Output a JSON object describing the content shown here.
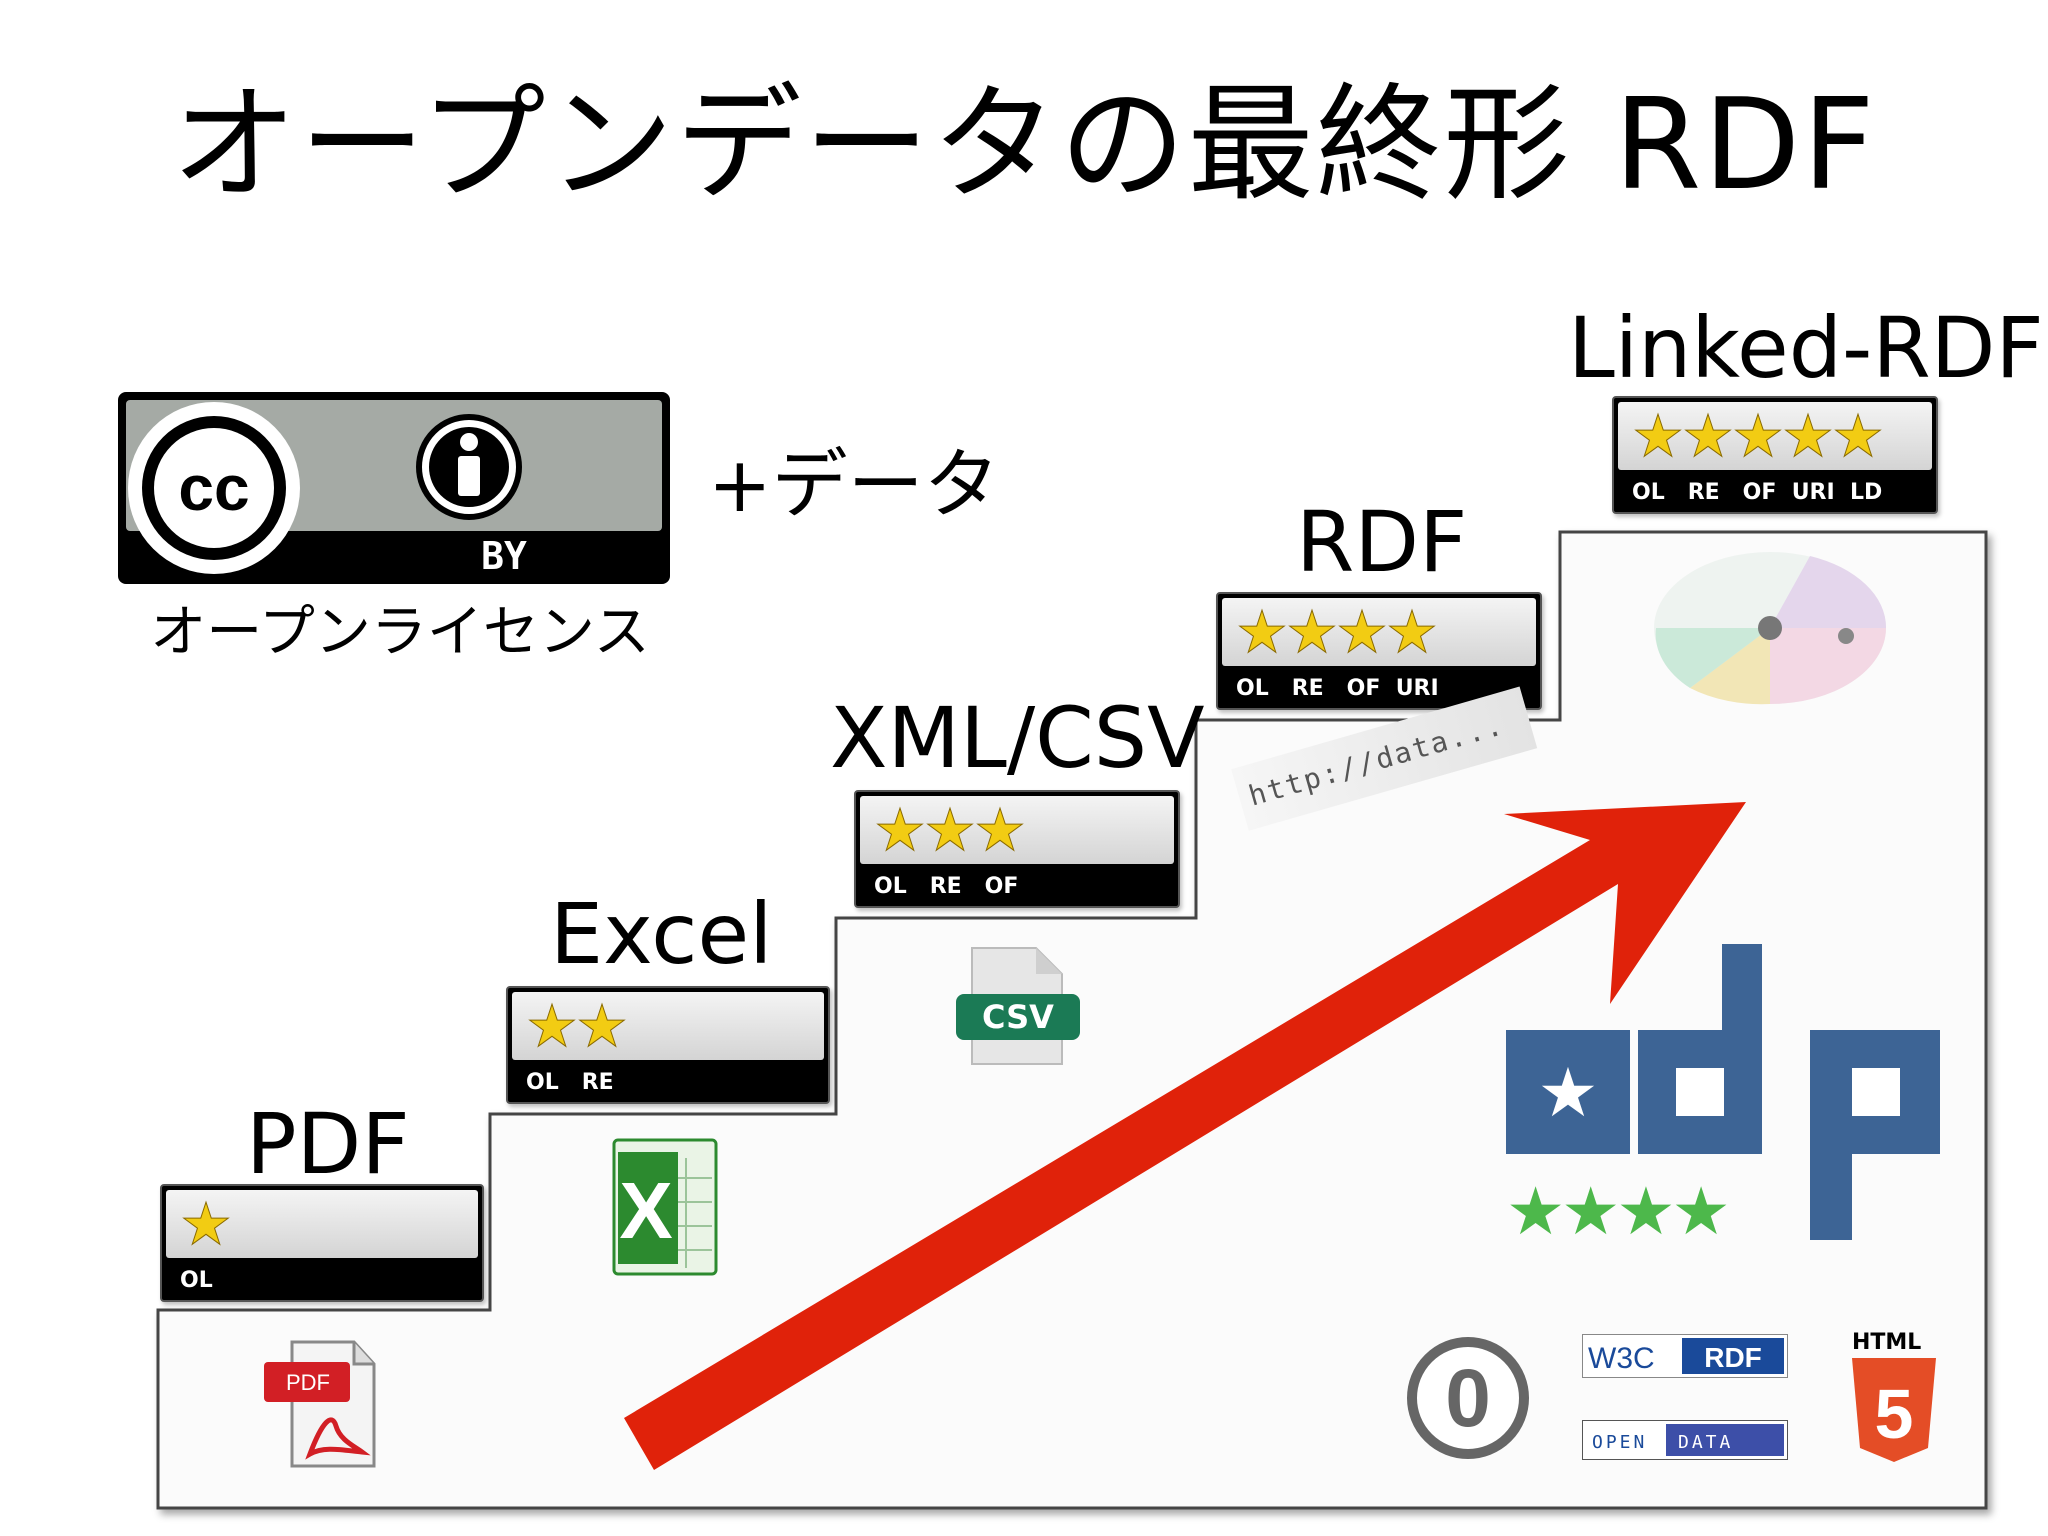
{
  "slide": {
    "title": "オープンデータの最終形 RDF",
    "license_caption": "オープンライセンス",
    "license_badge_text": "BY",
    "plus_data": "+データ",
    "url_snippet": "http://data...",
    "csv_tag": "CSV",
    "pdf_tag": "PDF"
  },
  "steps": [
    {
      "label": "PDF",
      "stars": "★",
      "codes": "OL"
    },
    {
      "label": "Excel",
      "stars": "★★",
      "codes": "OL   RE"
    },
    {
      "label": "XML/CSV",
      "stars": "★★★",
      "codes": "OL   RE   OF"
    },
    {
      "label": "RDF",
      "stars": "★★★★",
      "codes": "OL   RE   OF  URI"
    },
    {
      "label": "Linked-RDF",
      "stars": "★★★★★",
      "codes": "OL   RE   OF  URI  LD"
    }
  ],
  "logos": {
    "odp_stars": "★★★★",
    "w3c_left": "W3C",
    "w3c_right": "RDF",
    "opendata_left": "OPEN",
    "opendata_right": "DATA",
    "html5_label": "HTML",
    "html5_number": "5",
    "cc0_number": "0"
  },
  "colors": {
    "arrow": "#e0220a",
    "odp_blue": "#3d6495",
    "odp_green": "#4db84b",
    "star_gold": "#f2cc13",
    "html5_orange": "#e44d26",
    "excel_green": "#2c8a2f"
  }
}
